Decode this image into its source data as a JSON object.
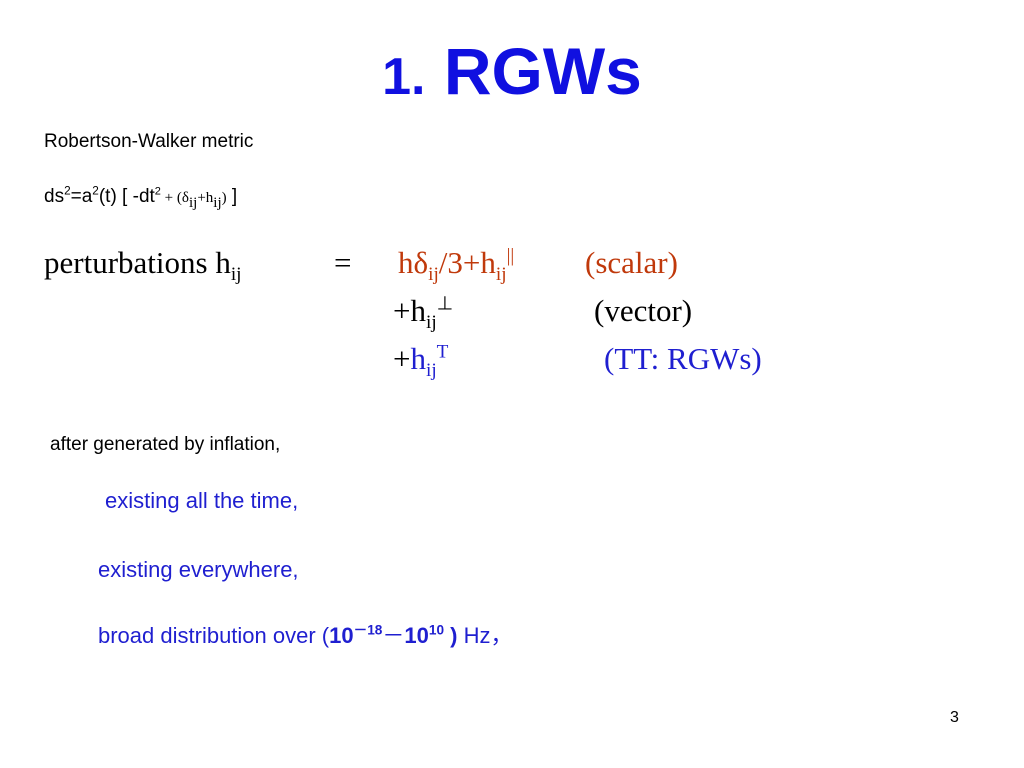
{
  "slide": {
    "title_number": "1.",
    "title_text": "RGWs",
    "metric_label": "Robertson-Walker metric",
    "metric_eq": {
      "ds": "ds",
      "sq1": "2",
      "eq_a": "=a",
      "sq2": "2",
      "t_part": "(t) [ -dt",
      "sq3": "2",
      "plus_open": " + (",
      "delta": "δ",
      "ij1": "ij",
      "plus_h": "+h",
      "ij2": "ij",
      "close": ")",
      "bracket_close": " ]"
    },
    "perturb": {
      "label": "perturbations  h",
      "label_sub": "ij",
      "equals": "=",
      "scalar_h": "hδ",
      "scalar_sub1": "ij",
      "scalar_mid": "/3+h",
      "scalar_sub2": "ij",
      "scalar_sup": "||",
      "scalar_tag": "(scalar)",
      "vec_plus": "+h",
      "vec_sub": "ij",
      "vec_sup": "⊥",
      "vec_tag": "(vector)",
      "tt_plus": "+",
      "tt_h": "h",
      "tt_sub": "ij",
      "tt_sup": "T",
      "tt_tag": "(TT: RGWs)"
    },
    "after_text": "after generated by inflation,",
    "line_time": "existing all the time,",
    "line_where": "existing everywhere,",
    "line_broad": {
      "prefix": "broad distribution over  (",
      "lo_base": "10",
      "lo_exp": "－18",
      "dash": "－",
      "hi_base": "10",
      "hi_exp": "10",
      "close": " )",
      "unit": " Hz，"
    },
    "page_number": "3"
  },
  "colors": {
    "title": "#1010e0",
    "scalar": "#c0390b",
    "tt_blue": "#1f1fd0",
    "text": "#000000"
  }
}
